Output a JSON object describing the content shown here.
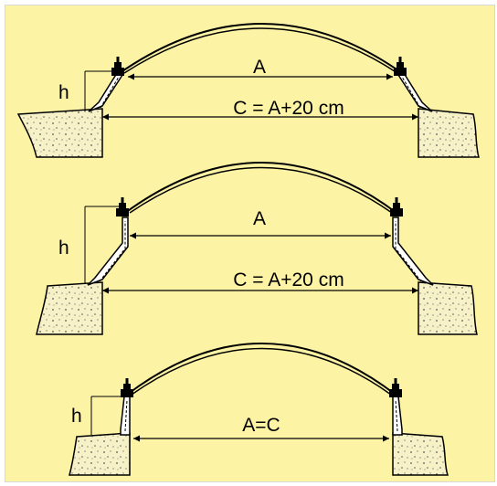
{
  "colors": {
    "background": "#fdf3a5",
    "line": "#000000",
    "concrete": "#f7f1c8",
    "stipple": "#666666"
  },
  "diagrams": [
    {
      "id": "upstand-sloped-low",
      "height_label": "h",
      "width_label": "A",
      "outer_label": "C = A+20 cm"
    },
    {
      "id": "upstand-sloped-high",
      "height_label": "h",
      "width_label": "A",
      "outer_label": "C = A+20 cm"
    },
    {
      "id": "upstand-vertical",
      "height_label": "h",
      "width_label": "A=C"
    }
  ]
}
